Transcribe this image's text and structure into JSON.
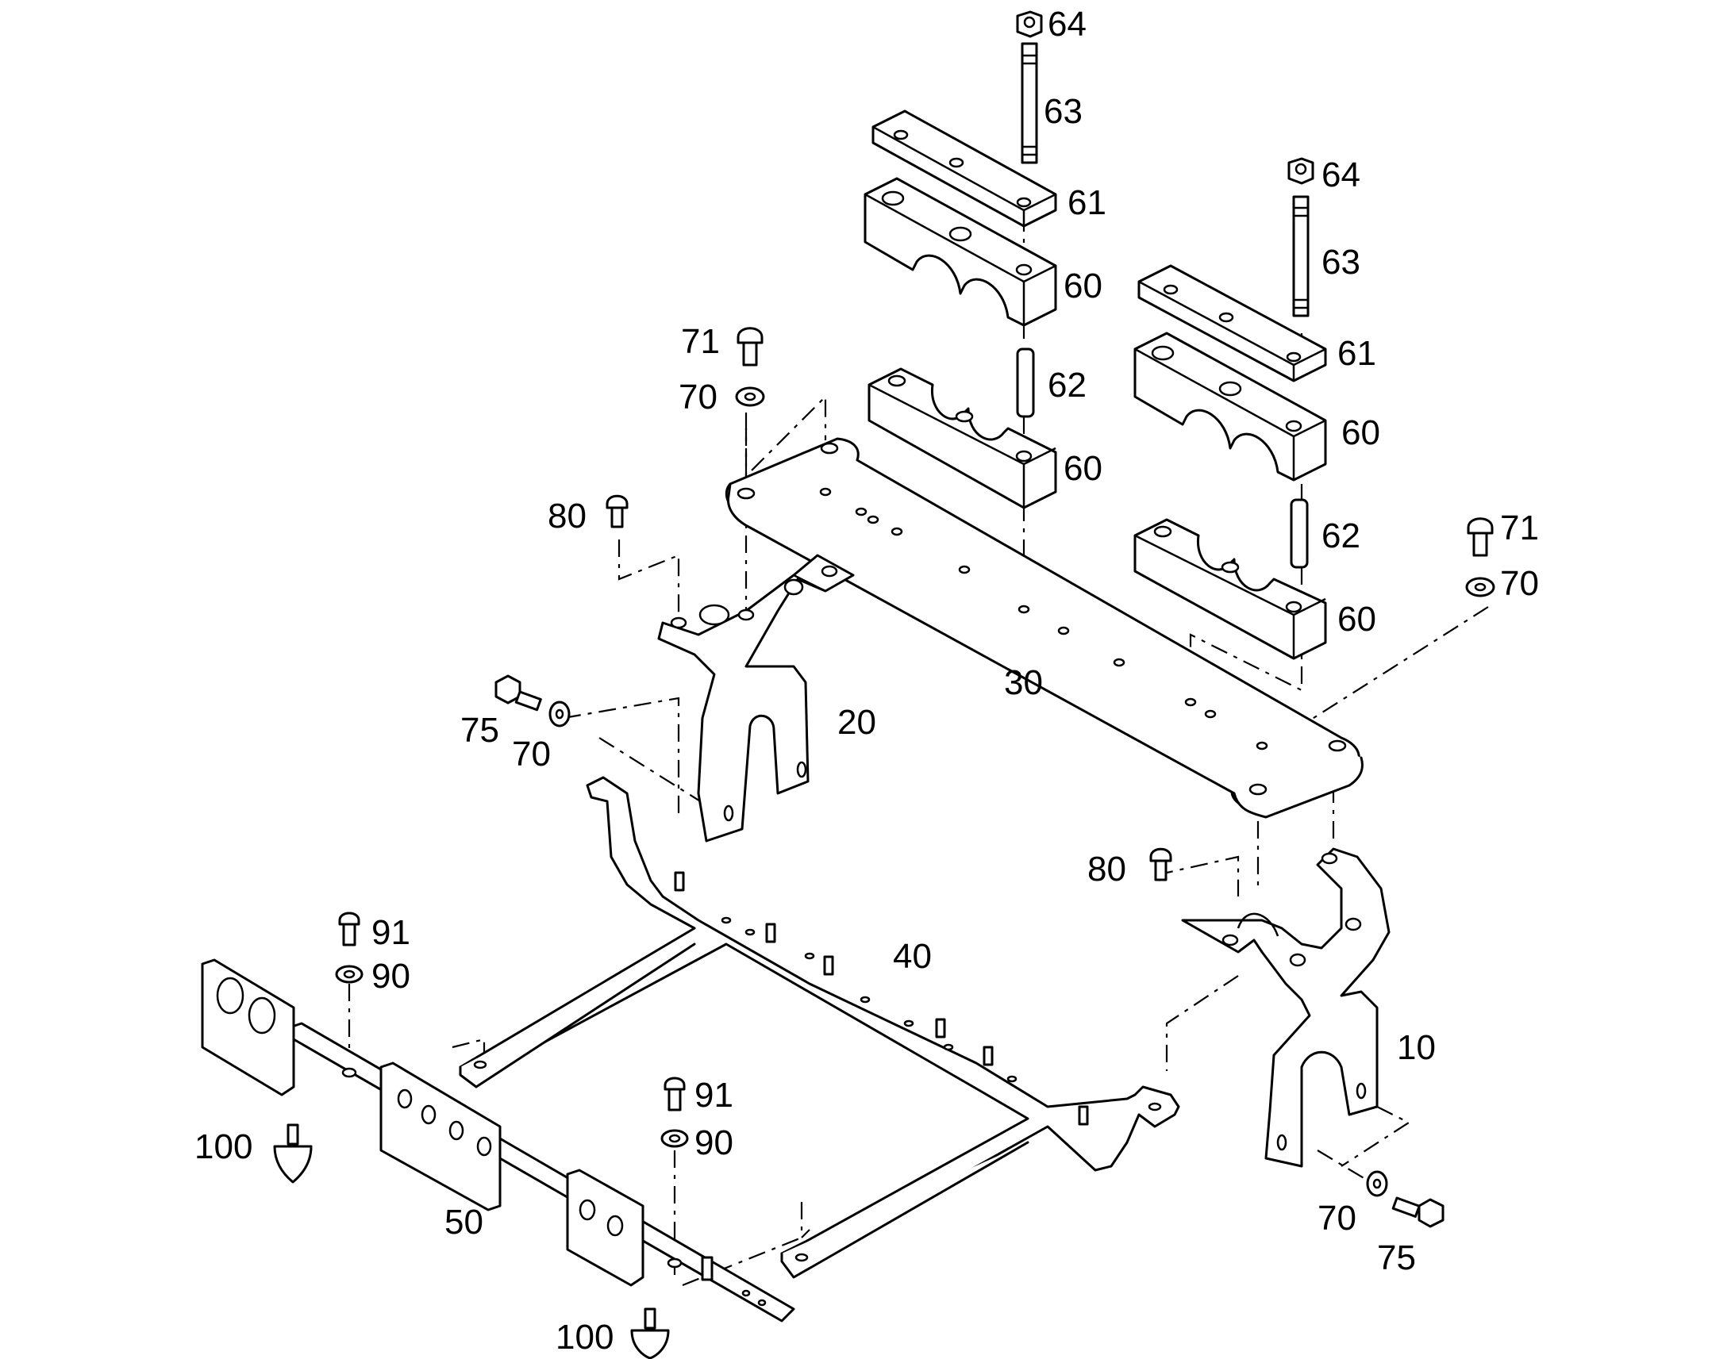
{
  "labels": {
    "l64a": "64",
    "l63a": "63",
    "l61a": "61",
    "l60a": "60",
    "l62a": "62",
    "l60b": "60",
    "l64b": "64",
    "l63b": "63",
    "l61b": "61",
    "l60c": "60",
    "l62b": "62",
    "l60d": "60",
    "l71a": "71",
    "l70a": "70",
    "l80a": "80",
    "l75a": "75",
    "l70b": "70",
    "l20": "20",
    "l30": "30",
    "l71b": "71",
    "l70c": "70",
    "l80b": "80",
    "l40": "40",
    "l10": "10",
    "l70d": "70",
    "l75b": "75",
    "l91a": "91",
    "l90a": "90",
    "l100a": "100",
    "l50": "50",
    "l91b": "91",
    "l90b": "90",
    "l100b": "100"
  }
}
